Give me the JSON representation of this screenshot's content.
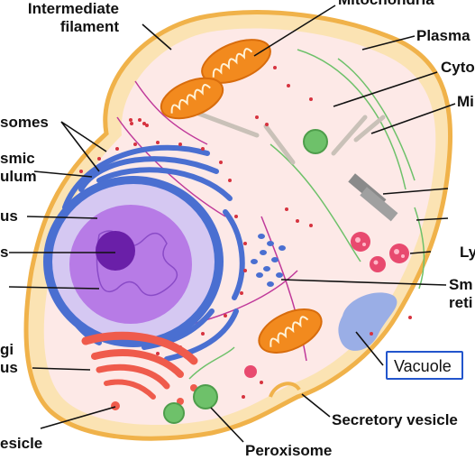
{
  "labels": {
    "intermediate_filament_1": "Intermediate",
    "intermediate_filament_2": "filament",
    "mitochondria": "Mitochondria",
    "plasma": "Plasma",
    "cyto": "Cyto",
    "mi": "Mi",
    "ribosomes": "somes",
    "er_1": "smic",
    "er_2": "ulum",
    "nucleus": "us",
    "nucleolus": "s",
    "golgi_1": "gi",
    "golgi_2": "us",
    "vesicle": "esicle",
    "ly": "Ly",
    "sm_1": "Sm",
    "sm_2": "reti",
    "vacuole": "Vacuole",
    "secretory_vesicle": "Secretory vesicle",
    "peroxisome": "Peroxisome"
  },
  "colors": {
    "cell_fill": "#fbe3b3",
    "cell_border": "#f0b24a",
    "cytoplasm_inner": "#fde9ec",
    "nucleus_envelope": "#4a6fd1",
    "nucleus_fill": "#b77be6",
    "nucleolus": "#6a1fa8",
    "mitochondria": "#f28a1e",
    "golgi": "#ef5b4c",
    "lysosome": "#e84a6f",
    "peroxisome": "#6ec16a",
    "vacuole": "#9aaee6",
    "ribosome": "#d6333f",
    "highlight_box": "#2255cc"
  }
}
